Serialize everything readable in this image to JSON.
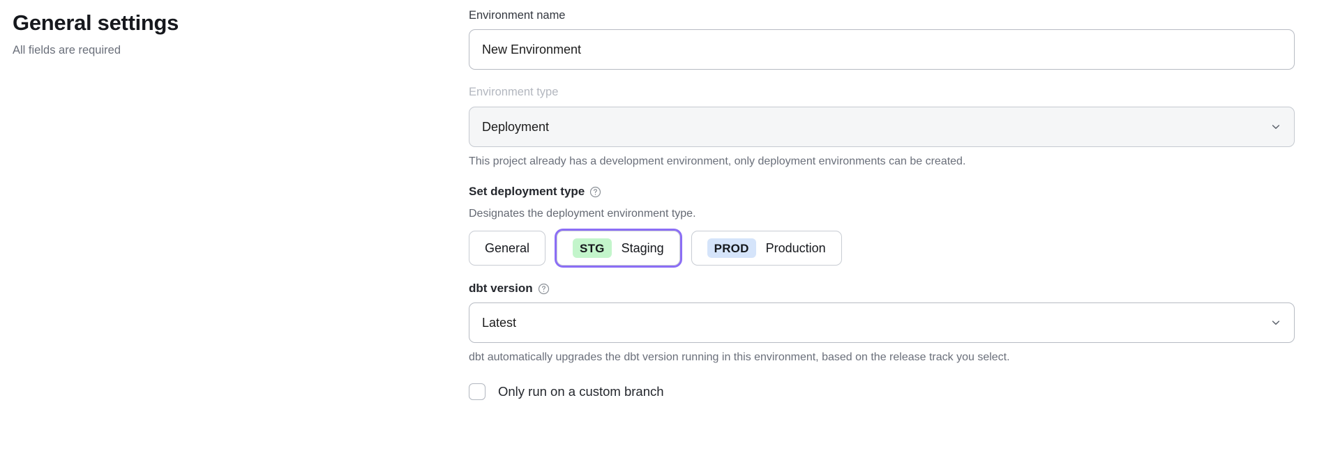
{
  "header": {
    "title": "General settings",
    "subtitle": "All fields are required"
  },
  "form": {
    "environment_name": {
      "label": "Environment name",
      "value": "New Environment",
      "placeholder": "Environment name"
    },
    "environment_type": {
      "label": "Environment type",
      "value": "Deployment",
      "disabled": true,
      "helper": "This project already has a development environment, only deployment environments can be created.",
      "chevron_icon": "chevron-down-icon"
    },
    "deployment_type": {
      "heading": "Set deployment type",
      "help_icon": "question-circle-icon",
      "description": "Designates the deployment environment type.",
      "selected": "Staging",
      "options": [
        {
          "id": "general",
          "label": "General",
          "badge": null,
          "badge_color": null,
          "focused": false
        },
        {
          "id": "staging",
          "label": "Staging",
          "badge": "STG",
          "badge_color": "#c3f5cb",
          "focused": true
        },
        {
          "id": "production",
          "label": "Production",
          "badge": "PROD",
          "badge_color": "#d5e4fa",
          "focused": false
        }
      ],
      "focus_ring_color": "#8b6ef5"
    },
    "dbt_version": {
      "label": "dbt version",
      "help_icon": "question-circle-icon",
      "value": "Latest",
      "helper": "dbt automatically upgrades the dbt version running in this environment, based on the release track you select.",
      "chevron_icon": "chevron-down-icon"
    },
    "custom_branch": {
      "label": "Only run on a custom branch",
      "checked": false
    }
  }
}
